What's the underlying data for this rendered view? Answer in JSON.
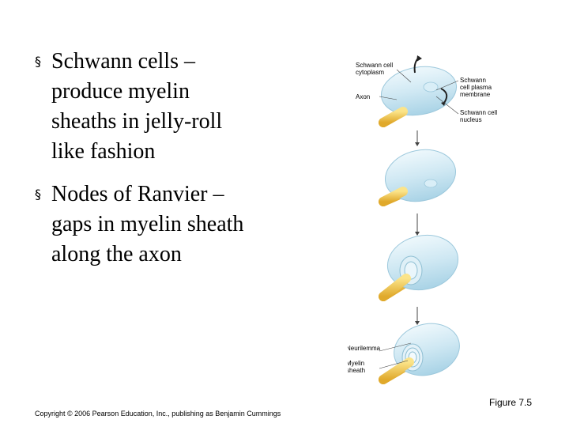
{
  "bullets": [
    {
      "marker": "§",
      "lines": [
        "Schwann cells –",
        "produce myelin",
        "sheaths in jelly-roll",
        "like fashion"
      ]
    },
    {
      "marker": "§",
      "lines": [
        "Nodes of Ranvier –",
        "gaps in myelin sheath",
        "along the axon"
      ]
    }
  ],
  "diagram": {
    "labels": {
      "schwann_cytoplasm_1": "Schwann cell",
      "schwann_cytoplasm_2": "cytoplasm",
      "axon": "Axon",
      "membrane_1": "Schwann",
      "membrane_2": "cell plasma",
      "membrane_3": "membrane",
      "nucleus_1": "Schwann cell",
      "nucleus_2": "nucleus",
      "neurilemma": "Neurilemma",
      "myelin_1": "Myelin",
      "myelin_2": "sheath"
    },
    "colors": {
      "axon": "#f2c84b",
      "cell": "#cfe8f3",
      "cell_edge": "#9cc8dc",
      "arrow": "#444444"
    }
  },
  "figure_caption": "Figure 7.5",
  "copyright": "Copyright © 2006 Pearson Education, Inc., publishing as Benjamin Cummings"
}
